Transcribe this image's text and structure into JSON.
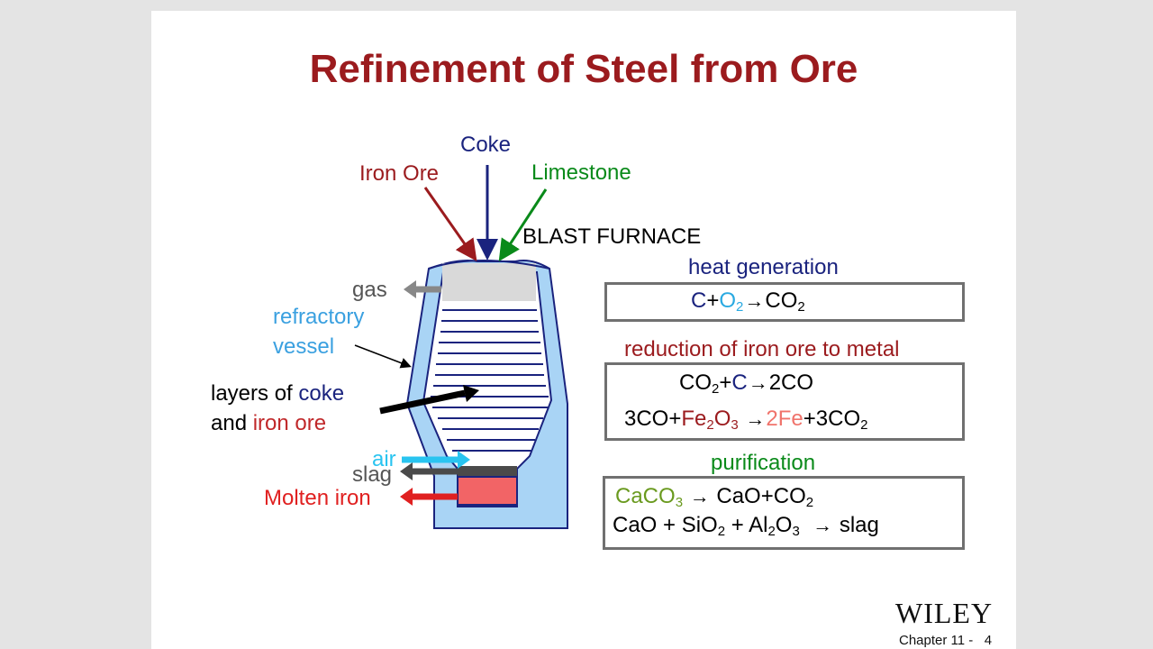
{
  "slide": {
    "title": "Refinement of Steel from Ore",
    "diagram": {
      "inputs": {
        "coke": "Coke",
        "iron_ore": "Iron Ore",
        "limestone": "Limestone"
      },
      "furnace_label": "BLAST FURNACE",
      "gas": "gas",
      "refractory_1": "refractory",
      "refractory_2": "vessel",
      "layers_1": "layers of",
      "layers_coke": "coke",
      "layers_2": "and",
      "layers_iron_ore": "iron ore",
      "air": "air",
      "slag": "slag",
      "molten_iron": "Molten iron"
    },
    "sections": {
      "heat": {
        "heading": "heat generation",
        "eq1": {
          "c": "C",
          "plus": "+",
          "o2": "O",
          "o2_sub": "2",
          "arrow": "→",
          "co2": "CO",
          "co2_sub": "2"
        }
      },
      "reduction": {
        "heading": "reduction of iron ore to metal",
        "eq1": {
          "co2": "CO",
          "co2_sub": "2",
          "plus": "+",
          "c": "C",
          "arrow": "→",
          "product": "2CO"
        },
        "eq2": {
          "co": "3CO",
          "plus": "+",
          "fe2o3": "Fe",
          "fe2o3_sub1": "2",
          "fe2o3_o": "O",
          "fe2o3_sub2": "3",
          "arrow": "→",
          "fe": "2Fe",
          "plus2": "+",
          "co2": "3CO",
          "co2_sub": "2"
        }
      },
      "purification": {
        "heading": "purification",
        "eq1": {
          "caco3": "CaCO",
          "caco3_sub": "3",
          "arrow": "→",
          "rest": "CaO+CO",
          "rest_sub": "2"
        },
        "eq2": {
          "part1": "CaO + SiO",
          "sub1": "2",
          "part2": " + Al",
          "sub2": "2",
          "part3": "O",
          "sub3": "3",
          "arrow": "→",
          "slag": "slag"
        }
      }
    },
    "footer": {
      "logo": "WILEY",
      "chapter": "Chapter 11 -",
      "page": "4"
    },
    "colors": {
      "title": "#9b1b1e",
      "furnace": "#a9d4f5",
      "coke_arrow": "#1a237e",
      "limestone_arrow": "#0a8a1a",
      "air_arrow": "#29c4f0",
      "molten_arrow": "#e02020",
      "molten_fill": "#f26466"
    }
  }
}
